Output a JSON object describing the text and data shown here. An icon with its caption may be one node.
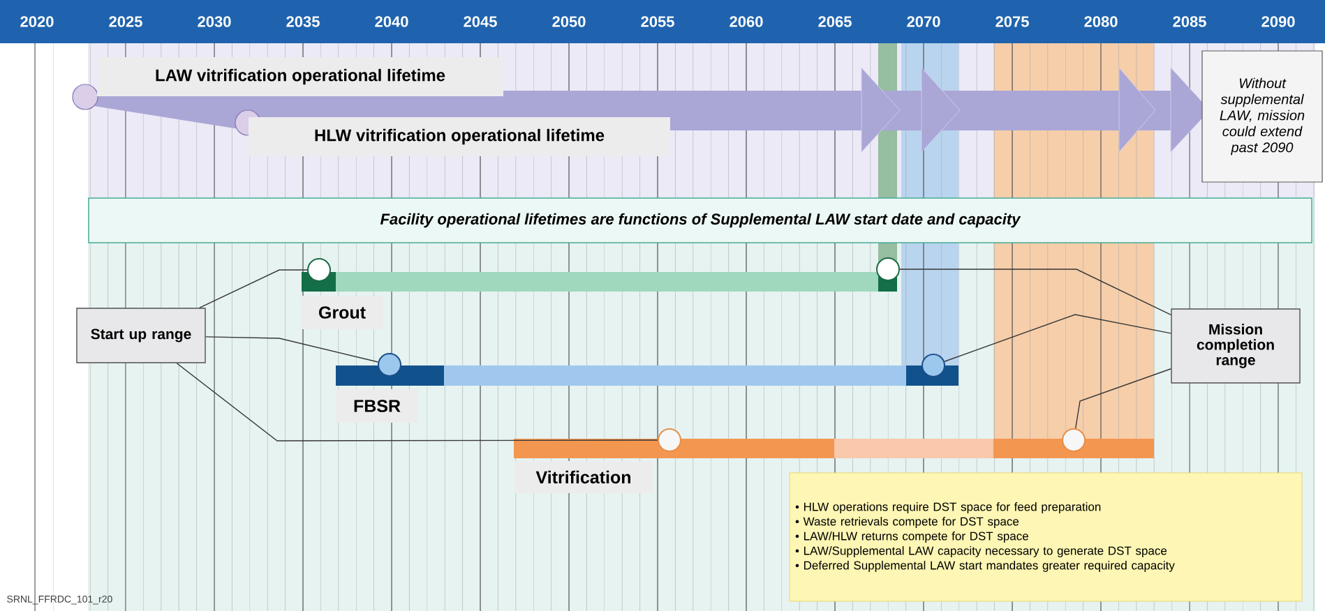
{
  "diagram": {
    "nodes": [
      {
        "text": [
          "LAW vitrification operational lifetime"
        ]
      },
      {
        "text": [
          "HLW vitrification operational lifetime"
        ]
      },
      {
        "text": [
          "Without supplemental LAW, mission could extend past 2090"
        ]
      },
      {
        "text": [
          "Facility operational lifetimes are functions of Supplemental LAW start date and capacity"
        ]
      },
      {
        "text": [
          "Start up range"
        ]
      },
      {
        "text": [
          "Grout"
        ]
      },
      {
        "text": [
          "FBSR"
        ]
      },
      {
        "text": [
          "Vitrification"
        ]
      },
      {
        "text": [
          "Mission completion range"
        ]
      },
      {
        "text": [
          "• HLW operations require DST space for feed preparation",
          "• Waste retrievals compete for DST space",
          "• LAW/HLW returns compete for DST space",
          "• LAW/Supplemental LAW capacity necessary to generate DST space",
          "• Deferred Supplemental LAW start mandates greater required capacity"
        ]
      },
      {
        "text": [],
        "shape": "circle"
      },
      {
        "text": [],
        "shape": "circle"
      },
      {
        "text": [],
        "shape": "circle"
      },
      {
        "text": [],
        "shape": "circle"
      },
      {
        "text": [],
        "shape": "circle"
      },
      {
        "text": [],
        "shape": "circle"
      }
    ],
    "edges": [
      {
        "from": 4,
        "to": 10,
        "arrow": "none"
      },
      {
        "from": 4,
        "to": 12,
        "arrow": "none"
      },
      {
        "from": 4,
        "to": 14,
        "arrow": "none"
      },
      {
        "from": 8,
        "to": 11,
        "arrow": "none"
      },
      {
        "from": 8,
        "to": 13,
        "arrow": "none"
      },
      {
        "from": 8,
        "to": 15,
        "arrow": "none"
      }
    ],
    "labels": [
      "2020",
      "2025",
      "2030",
      "2035",
      "2040",
      "2045",
      "2050",
      "2055",
      "2060",
      "2065",
      "2070",
      "2075",
      "2080",
      "2085",
      "2090",
      "SRNL_FFRDC_101_r20"
    ]
  }
}
